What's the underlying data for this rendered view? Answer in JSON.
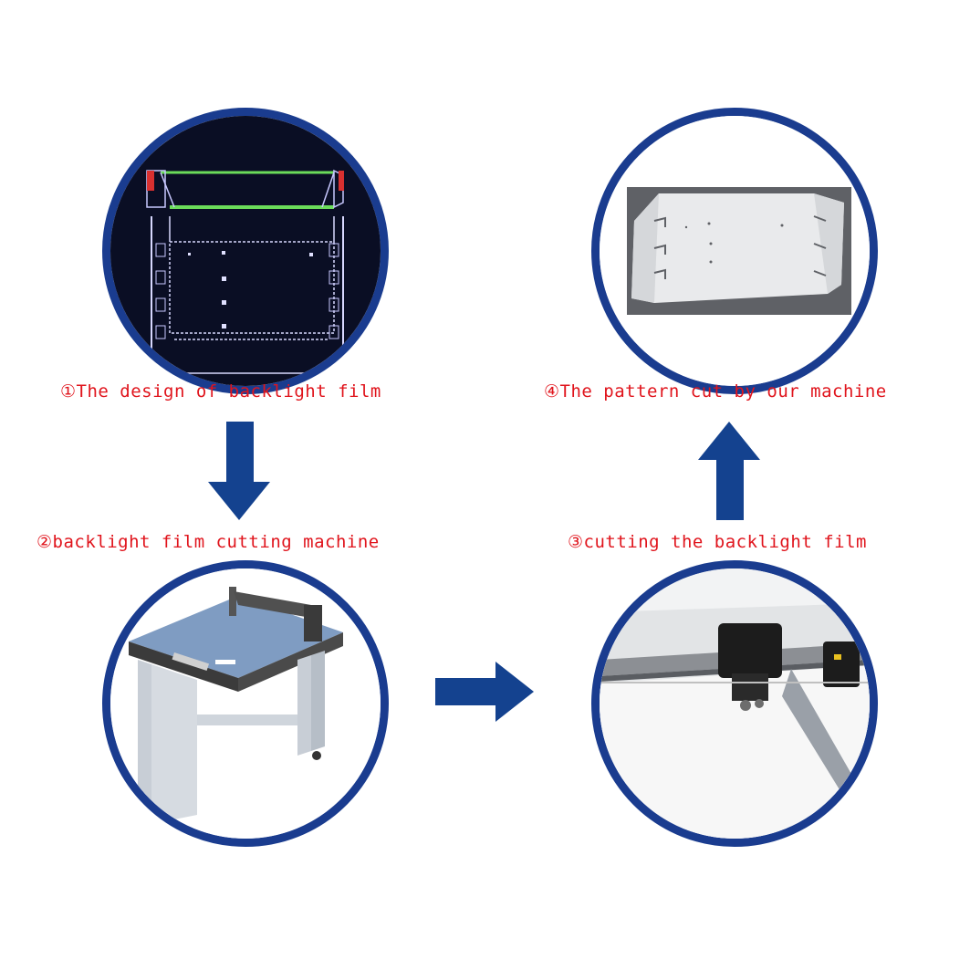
{
  "steps": [
    {
      "label": "①The design of backlight film"
    },
    {
      "label": "②backlight film cutting machine"
    },
    {
      "label": "③cutting the backlight film"
    },
    {
      "label": "④The pattern cut by our machine"
    }
  ],
  "colors": {
    "circle_border": "#1a3c8f",
    "caption": "#e0141c",
    "arrow": "#14428f"
  },
  "icons": {
    "arrow_down": "arrow-down-icon",
    "arrow_right": "arrow-right-icon",
    "arrow_up": "arrow-up-icon"
  }
}
